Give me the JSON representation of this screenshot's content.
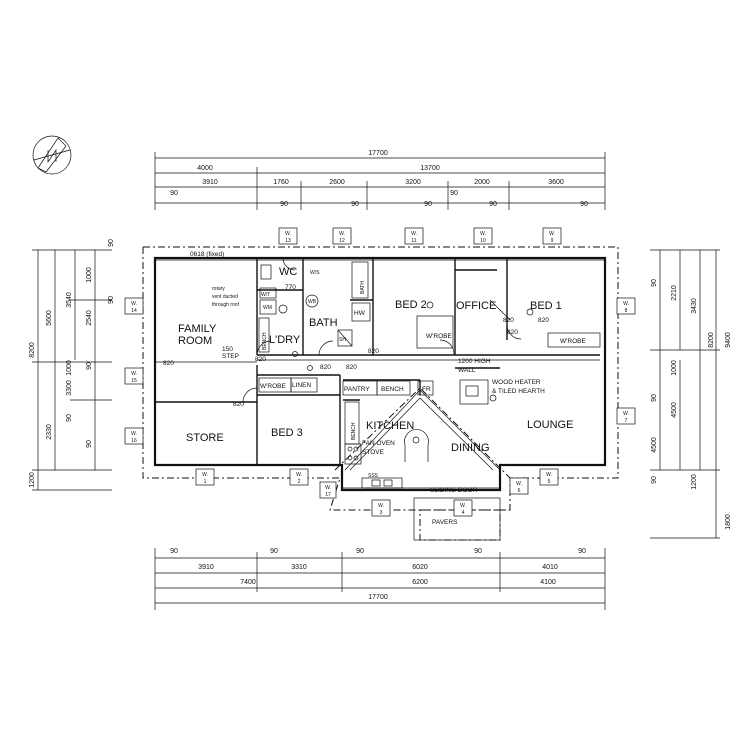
{
  "plan": {
    "dims_top": {
      "total": "17700",
      "row2": [
        "4000",
        "13700"
      ],
      "row3": [
        "3910",
        "1760",
        "2600",
        "3200",
        "2000",
        "3600"
      ],
      "row4": [
        "90",
        "90",
        "90",
        "90",
        "90",
        "90",
        "90"
      ]
    },
    "dims_bottom": {
      "row1": [
        "90",
        "90",
        "90",
        "90",
        "90"
      ],
      "row2": [
        "3910",
        "3310",
        "6020",
        "4010"
      ],
      "row3": [
        "7400",
        "6200",
        "4100"
      ],
      "total": "17700"
    },
    "dims_left": [
      "8200",
      "5600",
      "3540",
      "1000",
      "90",
      "2540",
      "1000",
      "90",
      "2330",
      "90",
      "3300",
      "90",
      "1200",
      "90"
    ],
    "dims_right": [
      "90",
      "2210",
      "3430",
      "8200",
      "9400",
      "1000",
      "90",
      "4500",
      "4500",
      "90",
      "1200",
      "1800"
    ],
    "rooms": {
      "wc": "WC",
      "family": [
        "FAMILY",
        "ROOM"
      ],
      "laundry": "L'DRY",
      "bath": "BATH",
      "bed2": "BED 2",
      "office": "OFFICE",
      "bed1": "BED 1",
      "store": "STORE",
      "bed3": "BED 3",
      "kitchen": "KITCHEN",
      "dining": "DINING",
      "lounge": "LOUNGE"
    },
    "labels": {
      "window_fixed": "0618 (fixed)",
      "rotary_vent": [
        "rotary",
        "vent ducted",
        "through roof"
      ],
      "step": [
        "150",
        "STEP"
      ],
      "bench_left": "BENCH",
      "wrobe_bed3": "W'ROBE",
      "linen": "LINEN",
      "pantry": "PANTRY",
      "bench_kitchen": "BENCH",
      "bench_kitchen_v": "BENCH",
      "fr": "FR",
      "oven": [
        "FAN OVEN",
        "STOVE"
      ],
      "sss": "SSS",
      "sliding_door": "SLIDING DOOR",
      "pavers": "PAVERS",
      "high_wall": [
        "1200 HIGH",
        "WALL"
      ],
      "wood_heater": [
        "WOOD HEATER",
        "& TILED HEARTH"
      ],
      "wrobe_bed2": "W'ROBE",
      "wrobe_bed1": "W'ROBE",
      "bath_tub": "BATH",
      "hw": "HW",
      "sh": "SH",
      "wt": "W/T",
      "wm": "WM",
      "wb": "WB",
      "ws": "W/S",
      "door_770": "770",
      "d820_laundry": "820",
      "d820_bath": "820",
      "d820_store": "820",
      "d820_hall1": "820",
      "d820_hall2": "820",
      "d820_bed1": "820",
      "d820_bed2": "820",
      "d820_office": "820",
      "d820_family": "820"
    },
    "window_tags": [
      {
        "w": "W.",
        "n": "13"
      },
      {
        "w": "W.",
        "n": "12"
      },
      {
        "w": "W.",
        "n": "11"
      },
      {
        "w": "W.",
        "n": "10"
      },
      {
        "w": "W.",
        "n": "9"
      },
      {
        "w": "W.",
        "n": "14"
      },
      {
        "w": "W.",
        "n": "15"
      },
      {
        "w": "W.",
        "n": "16"
      },
      {
        "w": "W.",
        "n": "8"
      },
      {
        "w": "W.",
        "n": "7"
      },
      {
        "w": "W.",
        "n": "1"
      },
      {
        "w": "W.",
        "n": "2"
      },
      {
        "w": "W.",
        "n": "17"
      },
      {
        "w": "W.",
        "n": "3"
      },
      {
        "w": "W.",
        "n": "4"
      },
      {
        "w": "W.",
        "n": "6"
      },
      {
        "w": "W.",
        "n": "5"
      }
    ]
  }
}
